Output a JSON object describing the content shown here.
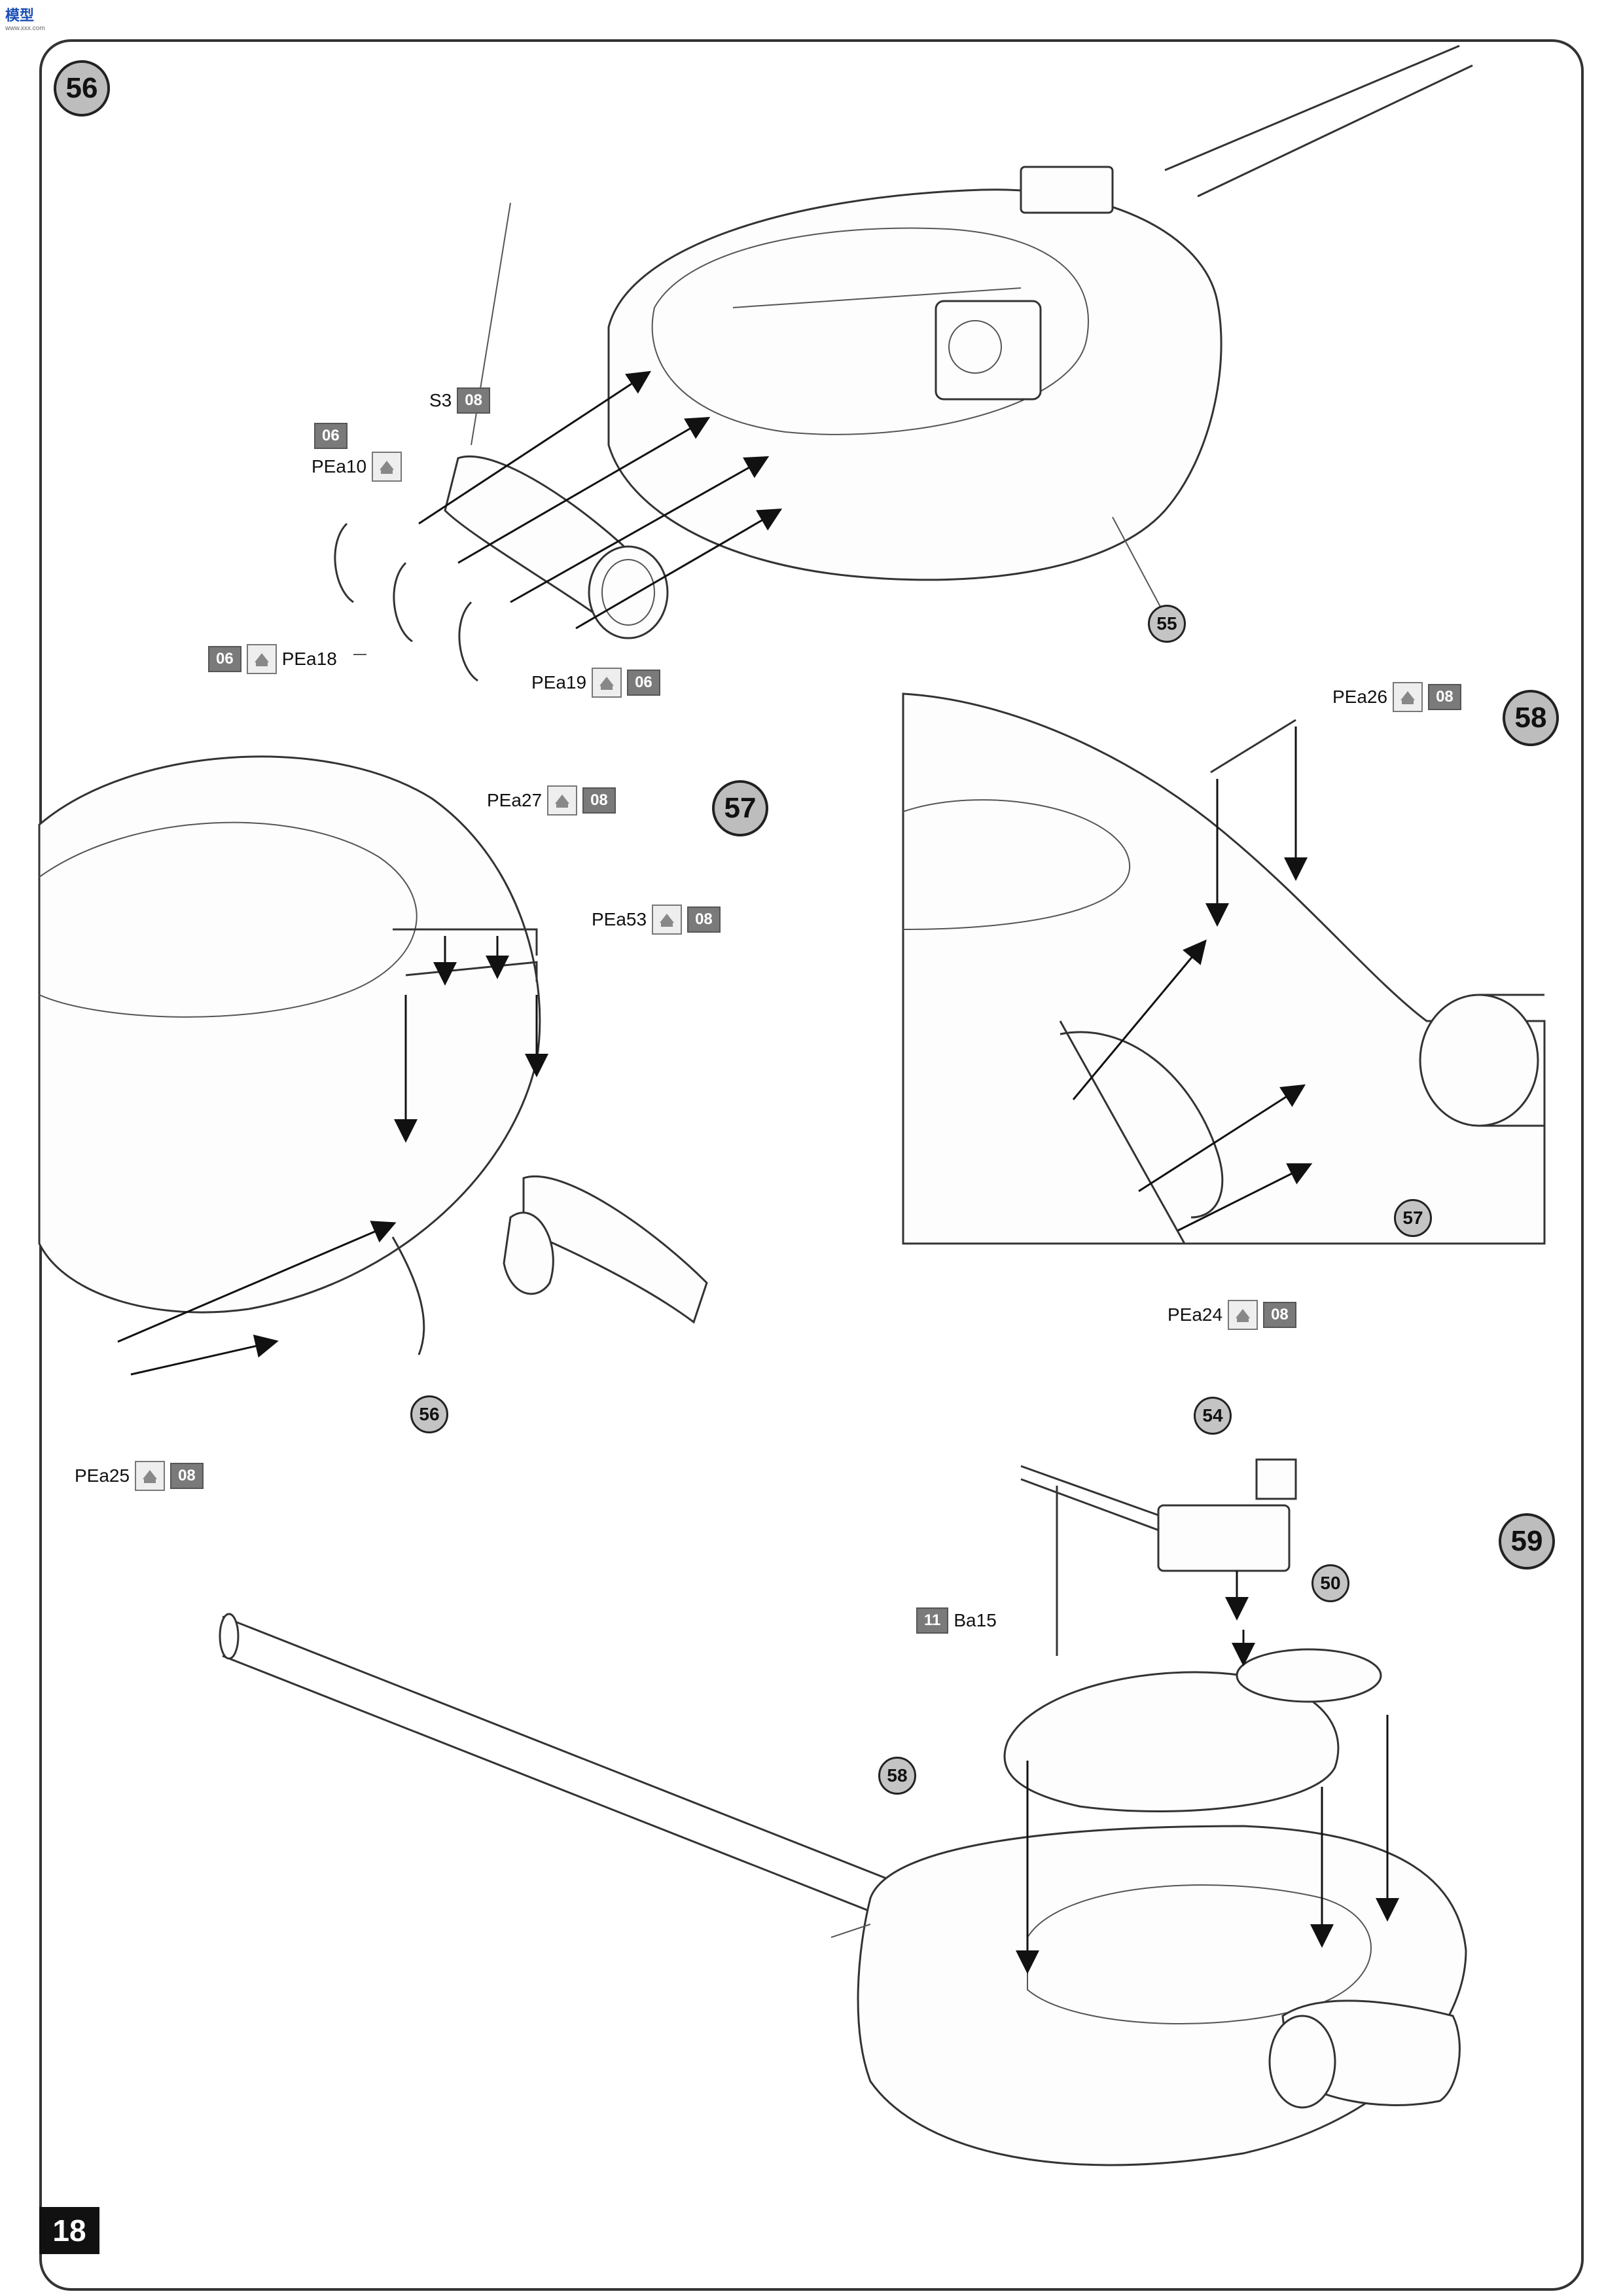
{
  "header": {
    "logo_text": "模型",
    "logo_sub": "www.xxx.com"
  },
  "page_number": "18",
  "steps": [
    {
      "id": "s56",
      "number": "56"
    },
    {
      "id": "s57",
      "number": "57"
    },
    {
      "id": "s58",
      "number": "58"
    },
    {
      "id": "s59",
      "number": "59"
    }
  ],
  "refs": {
    "r55": "55",
    "r56": "56",
    "r57": "57",
    "r58": "58",
    "r54": "54",
    "r50": "50"
  },
  "parts": {
    "s3": {
      "name": "S3",
      "sprue": "08"
    },
    "pea10": {
      "name": "PEa10",
      "sprue": "06"
    },
    "pea18": {
      "name": "PEa18",
      "sprue": "06"
    },
    "pea19": {
      "name": "PEa19",
      "sprue": "06"
    },
    "pea27": {
      "name": "PEa27",
      "sprue": "08"
    },
    "pea53": {
      "name": "PEa53",
      "sprue": "08"
    },
    "pea25": {
      "name": "PEa25",
      "sprue": "08"
    },
    "pea26": {
      "name": "PEa26",
      "sprue": "08"
    },
    "pea24": {
      "name": "PEa24",
      "sprue": "08"
    },
    "ba15": {
      "name": "Ba15",
      "sprue": "11"
    }
  },
  "icons": {
    "photo_etch": "photo-etch-icon"
  }
}
